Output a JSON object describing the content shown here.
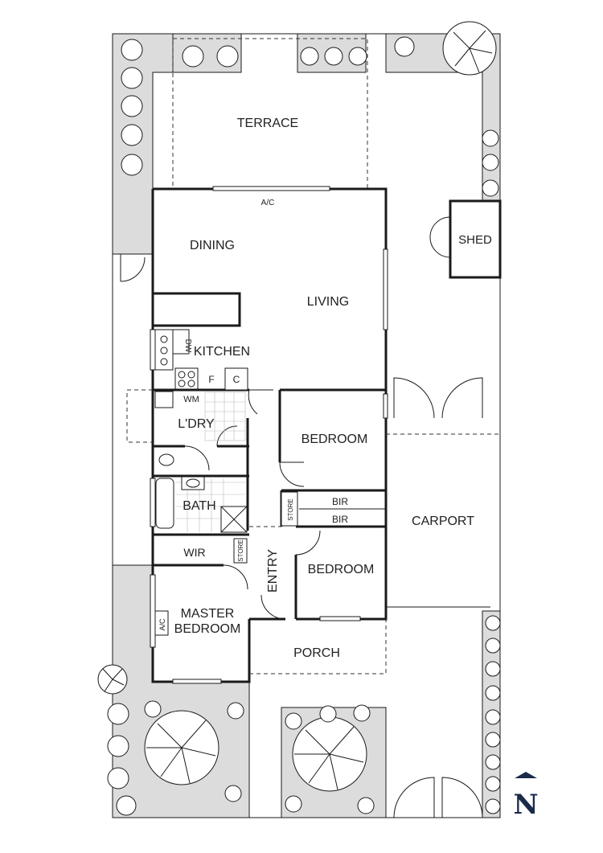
{
  "plan": {
    "rooms": {
      "terrace": "TERRACE",
      "dining": "DINING",
      "living": "LIVING",
      "kitchen": "KITCHEN",
      "laundry": "L'DRY",
      "bath": "BATH",
      "wir": "WIR",
      "master_bedroom_line1": "MASTER",
      "master_bedroom_line2": "BEDROOM",
      "bedroom": "BEDROOM",
      "bedroom2": "BEDROOM",
      "entry": "ENTRY",
      "porch": "PORCH",
      "carport": "CARPORT",
      "shed": "SHED"
    },
    "fixtures": {
      "dishwasher": "DW",
      "fridge": "F",
      "cooktop_cupboard": "C",
      "washing_machine": "WM",
      "store_entry": "STORE",
      "store_wir": "STORE",
      "bir_top": "BIR",
      "bir_bottom": "BIR",
      "ac_living": "A/C",
      "ac_master": "A/C"
    },
    "compass": "N"
  }
}
